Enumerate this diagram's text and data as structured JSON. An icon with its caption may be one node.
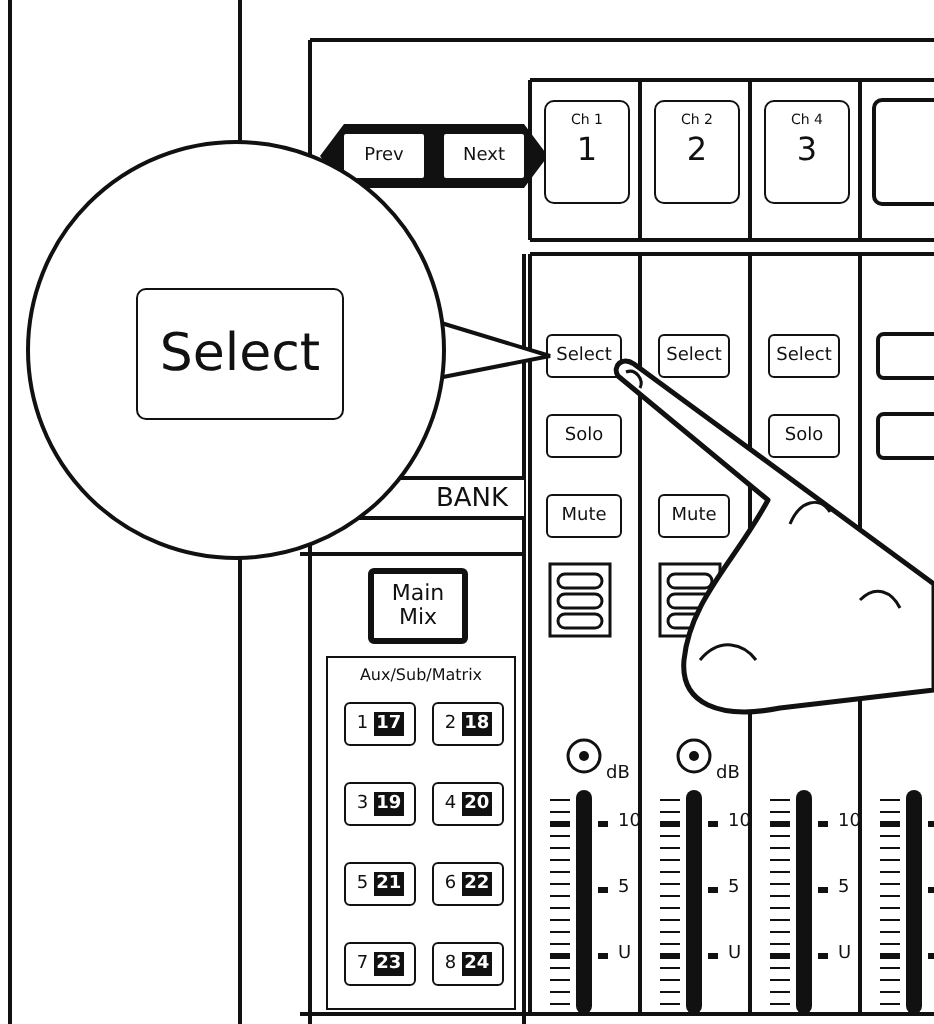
{
  "diagram": {
    "nodes": [
      {
        "text": [
          "Prev"
        ]
      },
      {
        "text": [
          "Next"
        ]
      },
      {
        "text": [
          "Ch 1",
          "1"
        ]
      },
      {
        "text": [
          "Ch 2",
          "2"
        ]
      },
      {
        "text": [
          "Ch 4",
          "3"
        ]
      },
      {
        "text": [],
        "shape": "circle"
      },
      {
        "text": [
          "Select"
        ],
        "in": 5
      },
      {
        "text": [
          "Select"
        ]
      },
      {
        "text": [
          "Select"
        ]
      },
      {
        "text": [
          "Select"
        ]
      },
      {
        "text": [
          "Solo"
        ]
      },
      {
        "text": [
          "Solo"
        ]
      },
      {
        "text": [
          "BANK"
        ]
      },
      {
        "text": [
          "Mute"
        ]
      },
      {
        "text": [
          "Mute"
        ]
      },
      {
        "text": [
          "Main Mix"
        ]
      },
      {
        "text": [
          "Aux/Sub/Matrix"
        ]
      },
      {
        "text": [
          "1",
          "17"
        ],
        "in": 16
      },
      {
        "text": [
          "2",
          "18"
        ],
        "in": 16
      },
      {
        "text": [
          "3",
          "19"
        ],
        "in": 16
      },
      {
        "text": [
          "4",
          "20"
        ],
        "in": 16
      },
      {
        "text": [
          "5",
          "21"
        ],
        "in": 16
      },
      {
        "text": [
          "6",
          "22"
        ],
        "in": 16
      },
      {
        "text": [
          "7",
          "23"
        ],
        "in": 16
      },
      {
        "text": [
          "8",
          "24"
        ],
        "in": 16
      }
    ],
    "edges": [
      {
        "from": 5,
        "to": 7,
        "arrow": "none"
      }
    ],
    "labels": [
      "dB",
      "10",
      "5",
      "U",
      "dB",
      "10",
      "5",
      "U",
      "10",
      "5",
      "U"
    ]
  }
}
